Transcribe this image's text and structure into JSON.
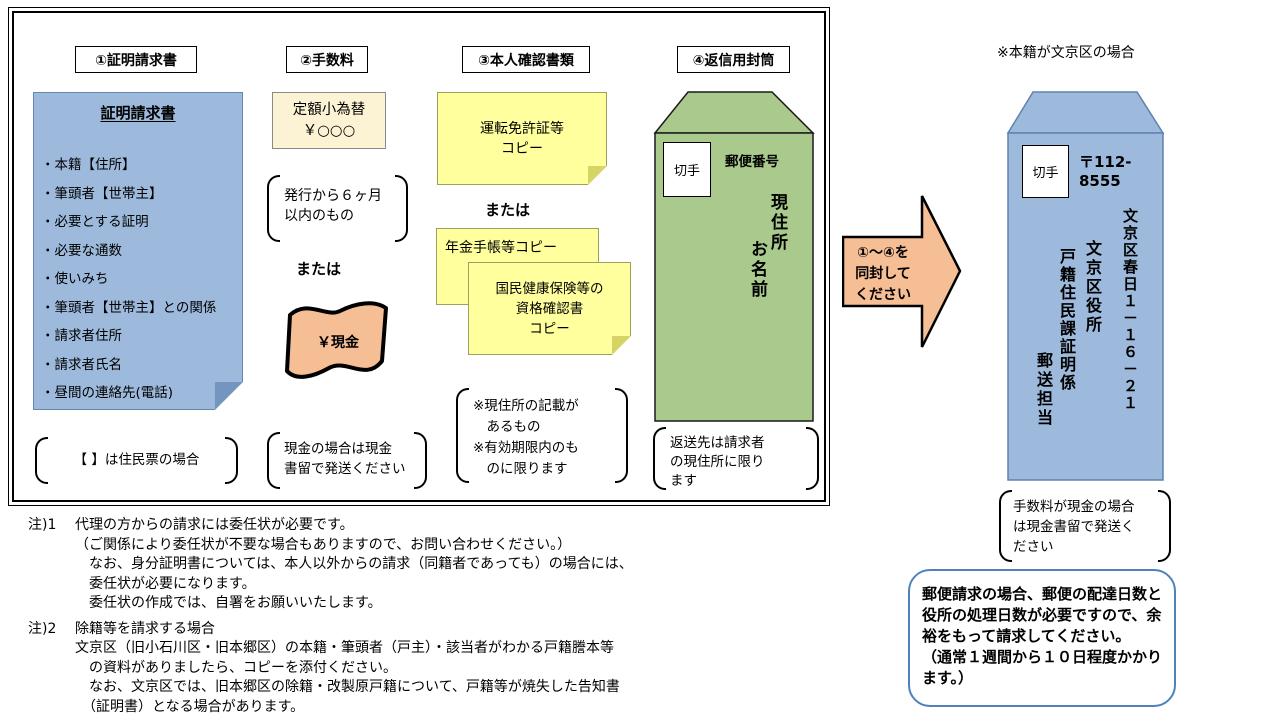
{
  "colors": {
    "form_blue": "#9DBADC",
    "form_blue_border": "#6288B0",
    "fold_blue": "#7495BE",
    "note_yellow": "#FFFF9E",
    "note_yellow_border": "#9AA25B",
    "fold_yellow": "#D6D464",
    "envelope_green": "#A9C98D",
    "envelope_blue": "#9DBADC",
    "arrow_orange": "#F5BE95",
    "fee_cream": "#FCF3D5",
    "callout_border_blue": "#4F81BD"
  },
  "diagram": {
    "col1": {
      "header": "①証明請求書",
      "form_title": "証明請求書",
      "items": [
        "・本籍【住所】",
        "・筆頭者【世帯主】",
        "・必要とする証明",
        "・必要な通数",
        "・使いみち",
        "・筆頭者【世帯主】との関係",
        "・請求者住所",
        "・請求者氏名",
        "・昼間の連絡先(電話)"
      ],
      "footnote": "【 】は住民票の場合"
    },
    "col2": {
      "header": "②手数料",
      "money_order": "定額小為替\n￥○○○",
      "validity": "発行から６ヶ月\n以内のもの",
      "or_label": "または",
      "cash_flag": "￥現金",
      "cash_note": "現金の場合は現金\n書留で発送ください"
    },
    "col3": {
      "header": "③本人確認書類",
      "doc_license": "運転免許証等\nコピー",
      "or_label": "または",
      "doc_pension": "年金手帳等コピー",
      "doc_insurance": "国民健康保険等の\n資格確認書\nコピー",
      "caution": "※現住所の記載が\n　あるもの\n※有効期限内のも\n　のに限ります"
    },
    "col4": {
      "header": "④返信用封筒",
      "stamp": "切手",
      "postal_label": "郵便番号",
      "address": "現住所",
      "name": "お名前",
      "note": "返送先は請求者\nの現住所に限り\nます"
    },
    "arrow_label": "①～④を\n同封して\nください"
  },
  "mailing": {
    "condition": "※本籍が文京区の場合",
    "stamp": "切手",
    "postal_code": "〒112-8555",
    "address": "文京区春日１－１６－２１",
    "office": "文京区役所",
    "section": "戸籍住民課証明係",
    "unit": "郵送担当",
    "cash_note": "手数料が現金の場合\nは現金書留で発送く\nださい",
    "delivery_note": "郵便請求の場合、郵便の配達日数と役所の処理日数が必要ですので、余裕をもって請求してください。\n（通常１週間から１０日程度かかります。）"
  },
  "footnotes": {
    "note1_label": "注)1",
    "note1_lines": [
      "代理の方からの請求には委任状が必要です。",
      "（ご関係により委任状が不要な場合もありますので、お問い合わせください。）",
      "　なお、身分証明書については、本人以外からの請求（同籍者であっても）の場合には、",
      "　委任状が必要になります。",
      "　委任状の作成では、自署をお願いいたします。"
    ],
    "note2_label": "注)2",
    "note2_lines": [
      "除籍等を請求する場合",
      "文京区（旧小石川区・旧本郷区）の本籍・筆頭者（戸主）・該当者がわかる戸籍謄本等",
      "　の資料がありましたら、コピーを添付ください。",
      "　なお、文京区では、旧本郷区の除籍・改製原戸籍について、戸籍等が焼失した告知書",
      "　（証明書）となる場合があります。"
    ]
  }
}
